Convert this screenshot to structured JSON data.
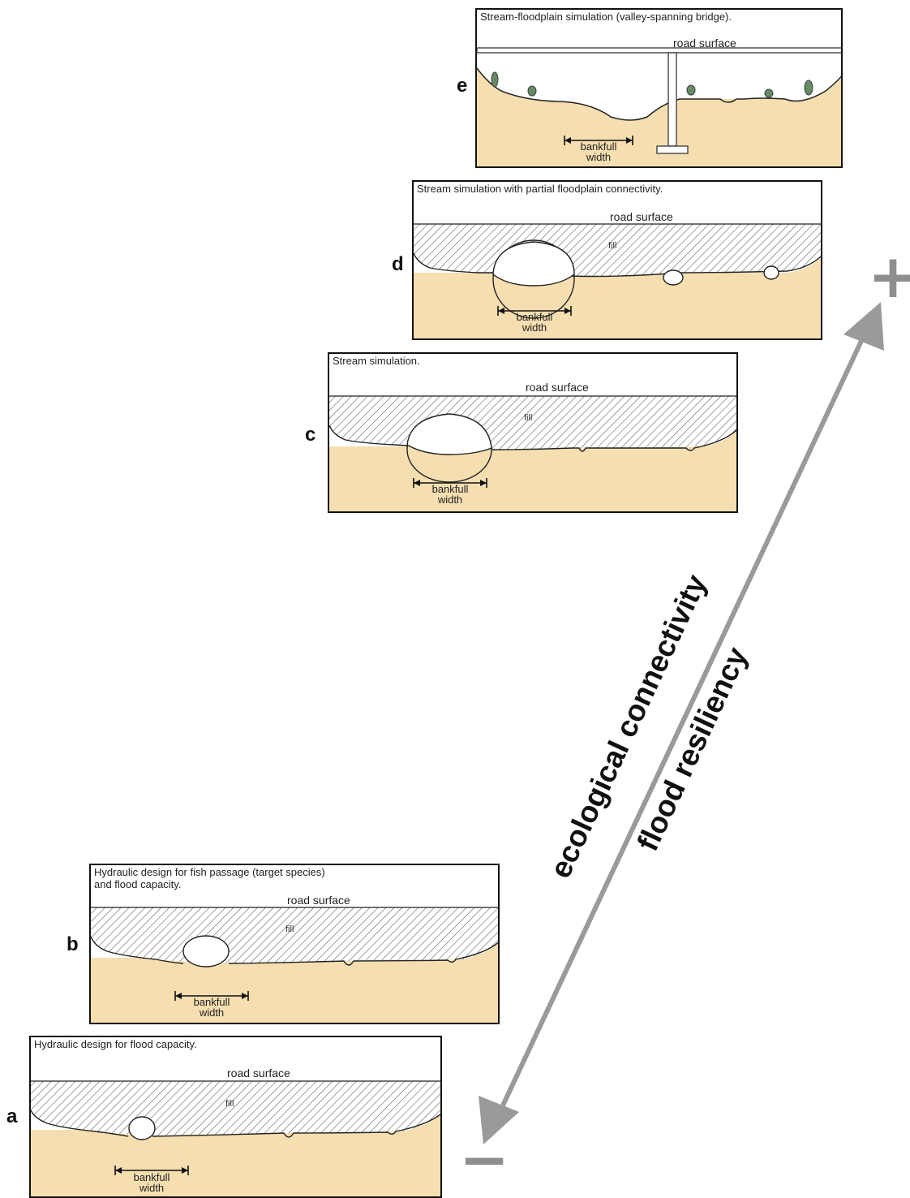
{
  "panels": {
    "a": {
      "letter": "a",
      "title": "Hydraulic design for flood capacity.",
      "road": "road surface",
      "fill": "fill",
      "bankfull": "bankfull",
      "width": "width"
    },
    "b": {
      "letter": "b",
      "title_line1": "Hydraulic design for fish passage (target species)",
      "title_line2": "and flood capacity.",
      "road": "road surface",
      "fill": "fill",
      "bankfull": "bankfull",
      "width": "width"
    },
    "c": {
      "letter": "c",
      "title": "Stream simulation.",
      "road": "road surface",
      "fill": "fill",
      "bankfull": "bankfull",
      "width": "width"
    },
    "d": {
      "letter": "d",
      "title": "Stream simulation with partial floodplain connectivity.",
      "road": "road surface",
      "fill": "fill",
      "bankfull": "bankfull",
      "width": "width"
    },
    "e": {
      "letter": "e",
      "title": "Stream-floodplain simulation (valley-spanning bridge).",
      "road": "road surface",
      "bankfull": "bankfull",
      "width": "width"
    }
  },
  "axis": {
    "label1": "ecological connectivity",
    "label2": "flood resiliency",
    "plus": "+",
    "minus": "−"
  },
  "colors": {
    "ground": "#f5deb0",
    "arrow": "#9a9a9a",
    "border": "#111111"
  }
}
